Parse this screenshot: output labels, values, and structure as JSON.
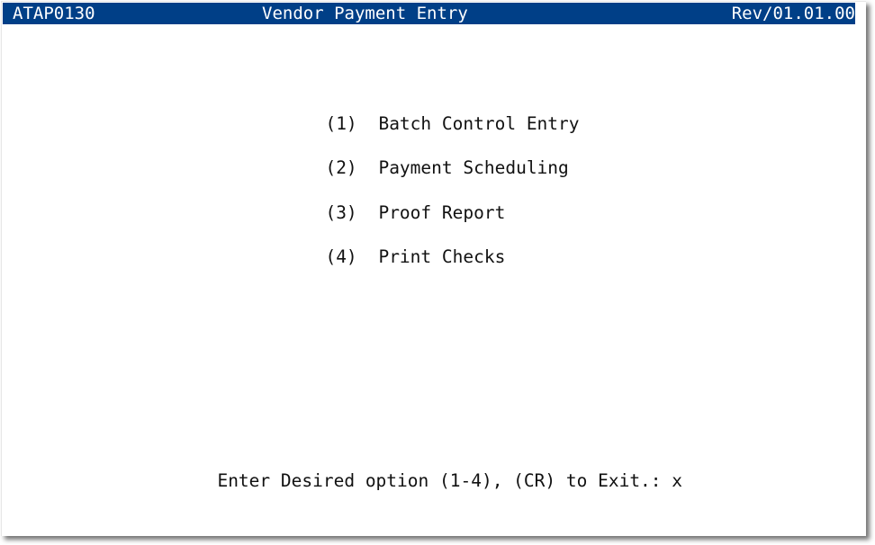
{
  "header": {
    "program_id": "ATAP0130",
    "title": "Vendor Payment Entry",
    "revision": "Rev/01.01.00",
    "background_color": "#003f87",
    "text_color": "#ffffff"
  },
  "menu": {
    "items": [
      {
        "number": "(1)",
        "label": "Batch Control Entry"
      },
      {
        "number": "(2)",
        "label": "Payment Scheduling"
      },
      {
        "number": "(3)",
        "label": "Proof Report"
      },
      {
        "number": "(4)",
        "label": "Print Checks"
      }
    ]
  },
  "prompt": {
    "text": "Enter Desired option (1-4), (CR) to Exit.:",
    "input_value": "x"
  }
}
